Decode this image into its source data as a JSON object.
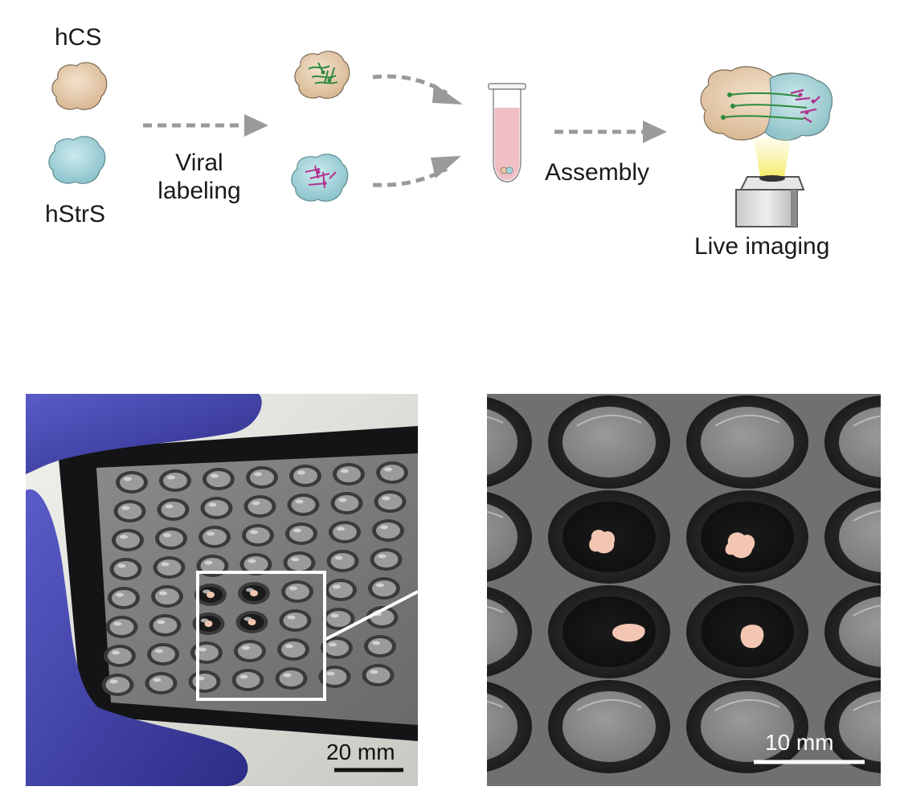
{
  "diagram": {
    "organoids": {
      "top_label": "hCS",
      "bottom_label": "hStrS"
    },
    "step_labels": {
      "viral_line1": "Viral",
      "viral_line2": "labeling",
      "assembly": "Assembly",
      "imaging": "Live imaging"
    }
  },
  "photos": {
    "left": {
      "scale_bar": "20 mm"
    },
    "right": {
      "scale_bar": "10 mm"
    }
  },
  "colors": {
    "hcs": "#e8cfb2",
    "hstrs": "#a9d6dc",
    "arrow": "#9a9a9a",
    "green_label": "#2e8a3c",
    "magenta_label": "#b0348f",
    "tube_fluid": "#efbfc3",
    "glove": "#3d3fa8",
    "plate_dark": "#1d1d1f",
    "well_gray": "#6e6e70"
  }
}
